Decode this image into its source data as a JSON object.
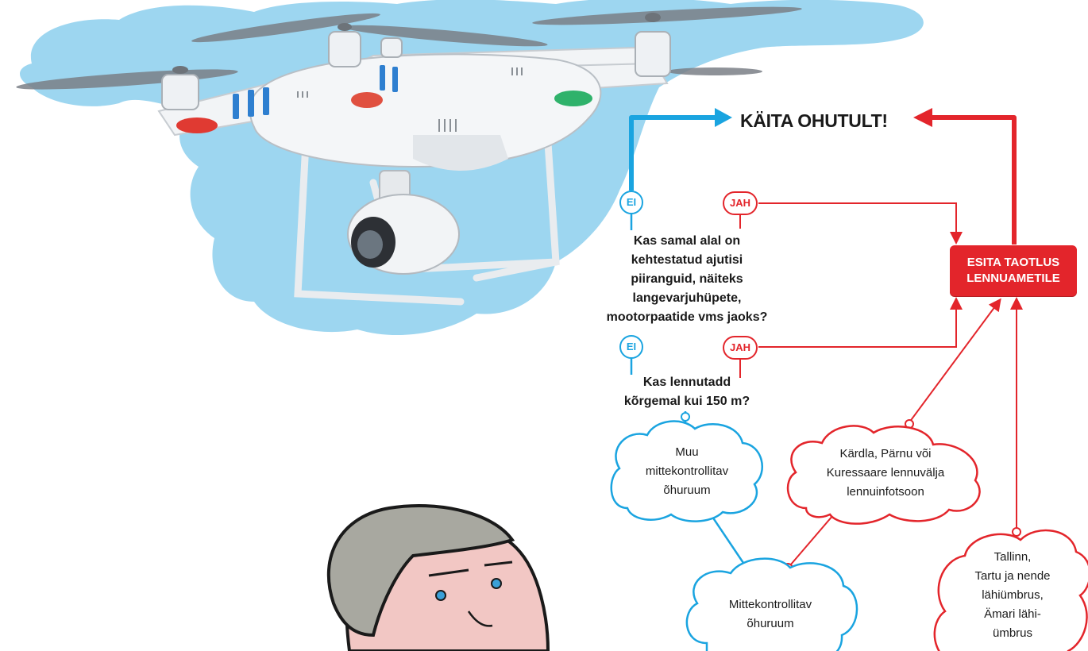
{
  "colors": {
    "blue": "#1aa4e0",
    "red": "#e3252b",
    "sky": "#9dd6f0",
    "text": "#1a1a1a"
  },
  "title": "KÄITA OHUTULT!",
  "badges": {
    "ei": "EI",
    "jah": "JAH"
  },
  "questions": {
    "q1": [
      "Kas samal alal on",
      "kehtestatud ajutisi",
      "piiranguid, näiteks",
      "langevarjuhüpete,",
      "mootorpaatide vms jaoks?"
    ],
    "q2": [
      "Kas lennutadd",
      "kõrgemal kui 150 m?"
    ]
  },
  "apply_box": [
    "ESITA TAOTLUS",
    "LENNUAMETILE"
  ],
  "clouds": {
    "muu": [
      "Muu",
      "mittekontrollitav",
      "õhuruum"
    ],
    "kardla": [
      "Kärdla, Pärnu või",
      "Kuressaare lennuvälja",
      "lennuinfotsoon"
    ],
    "mittekontrollitav": [
      "Mittekontrollitav",
      "õhuruum"
    ],
    "tallinn": [
      "Tallinn,",
      "Tartu ja nende",
      "lähiümbrus,",
      "Ämari lähi-",
      "ümbrus"
    ]
  }
}
